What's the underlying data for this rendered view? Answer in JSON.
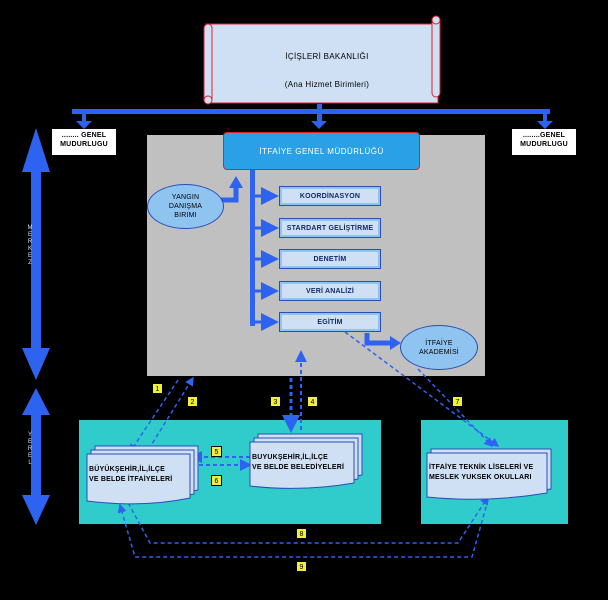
{
  "ministry": {
    "title": "İÇİŞLERİ BAKANLIĞI",
    "subtitle": "(Ana Hizmet Birimleri)"
  },
  "side_directorates": {
    "left": [
      "........ GENEL",
      "MUDURLUGU"
    ],
    "right": [
      "........GENEL",
      "MUDURLUGU"
    ]
  },
  "headquarters": {
    "title": "İTFAİYE GENEL MÜDÜRLÜĞÜ",
    "departments": [
      "KOORDİNASYON",
      "STARDART GELİŞTİRME",
      "DENETİM",
      "VERİ ANALİZİ",
      "EGİTİM"
    ],
    "advisory_board": [
      "YANGIN",
      "DANIŞMA",
      "BIRIMI"
    ],
    "academy": [
      "İTFAİYE",
      "AKADEMİSİ"
    ]
  },
  "side_labels": {
    "central": [
      "M",
      "E",
      "R",
      "K",
      "E",
      "Z"
    ],
    "local": [
      "Y",
      "E",
      "R",
      "E",
      "L"
    ]
  },
  "local": {
    "fire_departments": [
      "BÜYÜKŞEHİR,İL,İLÇE",
      "VE BELDE İTFAİYELERİ"
    ],
    "municipalities": [
      "BUYUKŞEHİR,İL,İLÇE",
      "VE BELDE BELEDİYELERİ"
    ],
    "schools": [
      "İTFAİYE TEKNİK LİSELERİ VE",
      "MESLEK YUKSEK OKULLARI"
    ]
  },
  "flow_numbers": [
    "1",
    "2",
    "3",
    "4",
    "5",
    "6",
    "7",
    "8",
    "9"
  ],
  "colors": {
    "background": "#000000",
    "arrow_blue": "#2e62f0",
    "scroll_fill": "#cfe0f4",
    "hq_fill": "#2aa0e6",
    "panel_gray": "#c0c0c0",
    "local_teal": "#30cbcb",
    "badge_yellow": "#f0f03c"
  }
}
